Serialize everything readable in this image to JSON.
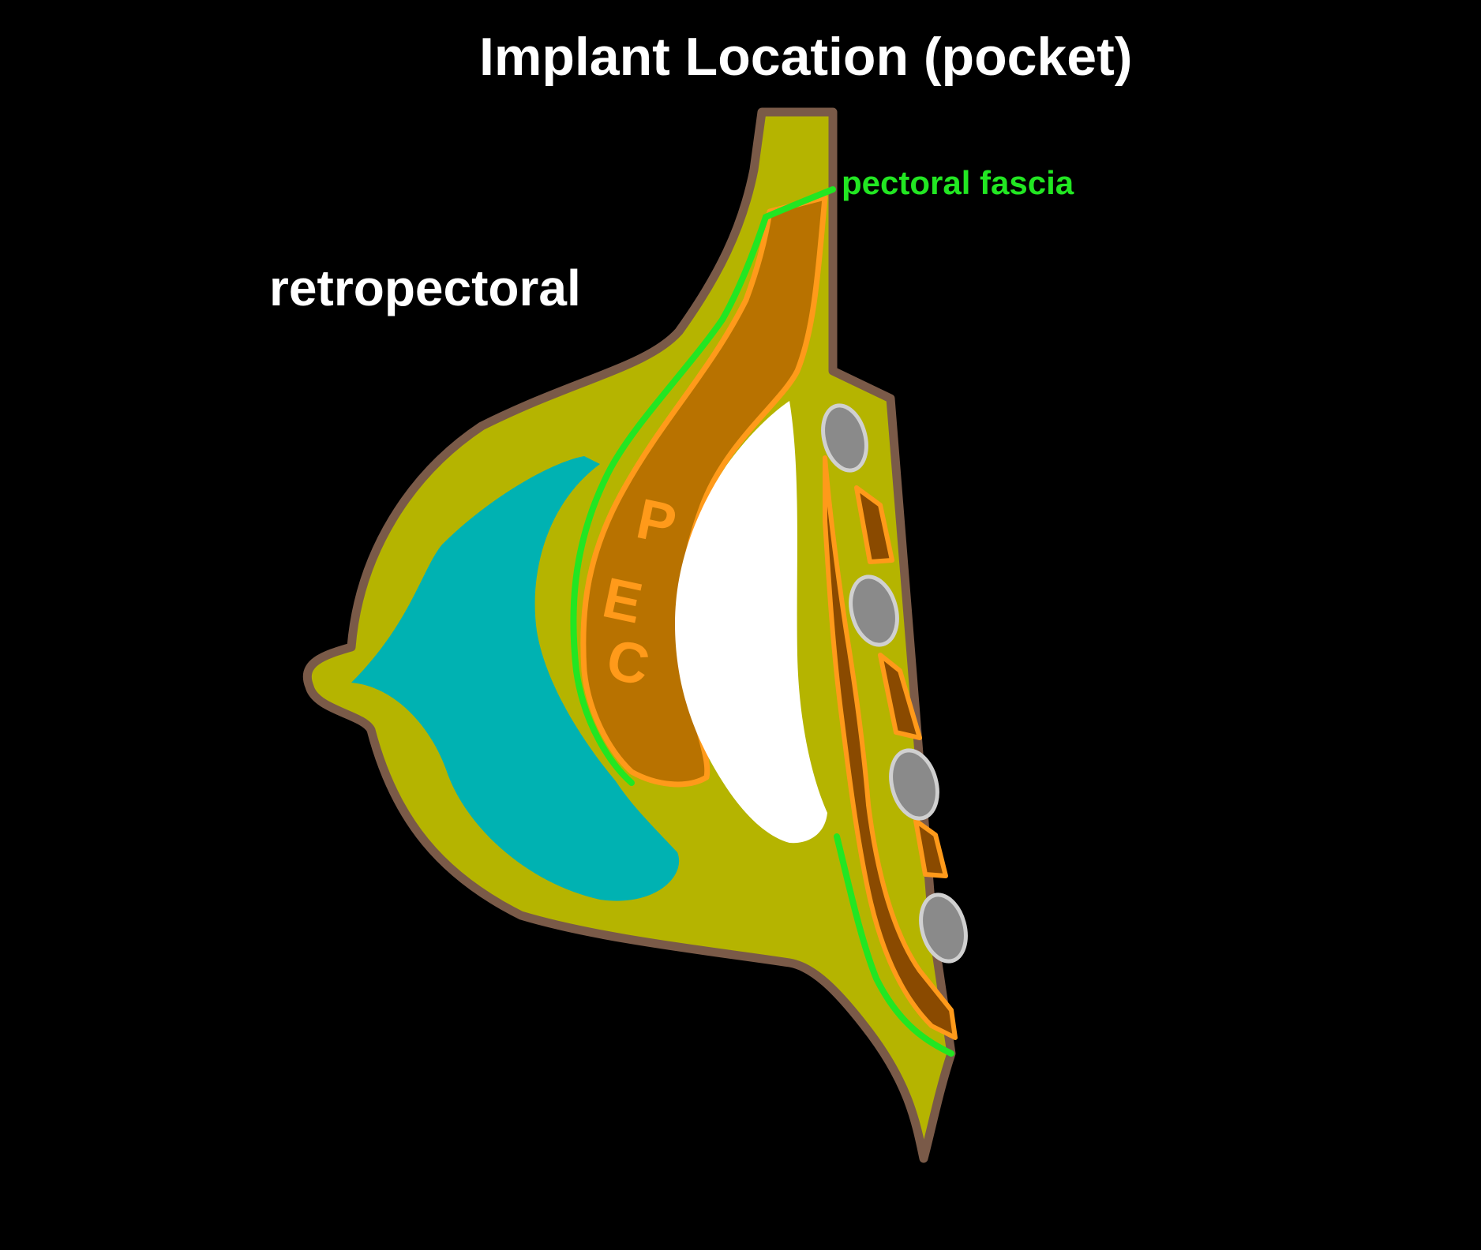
{
  "diagram": {
    "title": "Implant Location (pocket)",
    "pocket_label": "retropectoral",
    "fascia_label": "pectoral fascia",
    "muscle_letters": [
      "P",
      "E",
      "C"
    ]
  },
  "colors": {
    "background": "#000000",
    "skin_outline": "#7a5a48",
    "subcutaneous_fat": "#b5b400",
    "chest_wall": "#7a7a00",
    "gland": "#00b2b2",
    "pectoralis": "#b87200",
    "muscle_outline": "#ff9a1a",
    "fascia": "#22e622",
    "implant": "#ffffff",
    "rib": "#8a8a8a",
    "rib_outline": "#d0d0d0",
    "title_text": "#ffffff",
    "fascia_text": "#22e622"
  },
  "icons": {
    "rib": "rib-cross-section-icon"
  }
}
